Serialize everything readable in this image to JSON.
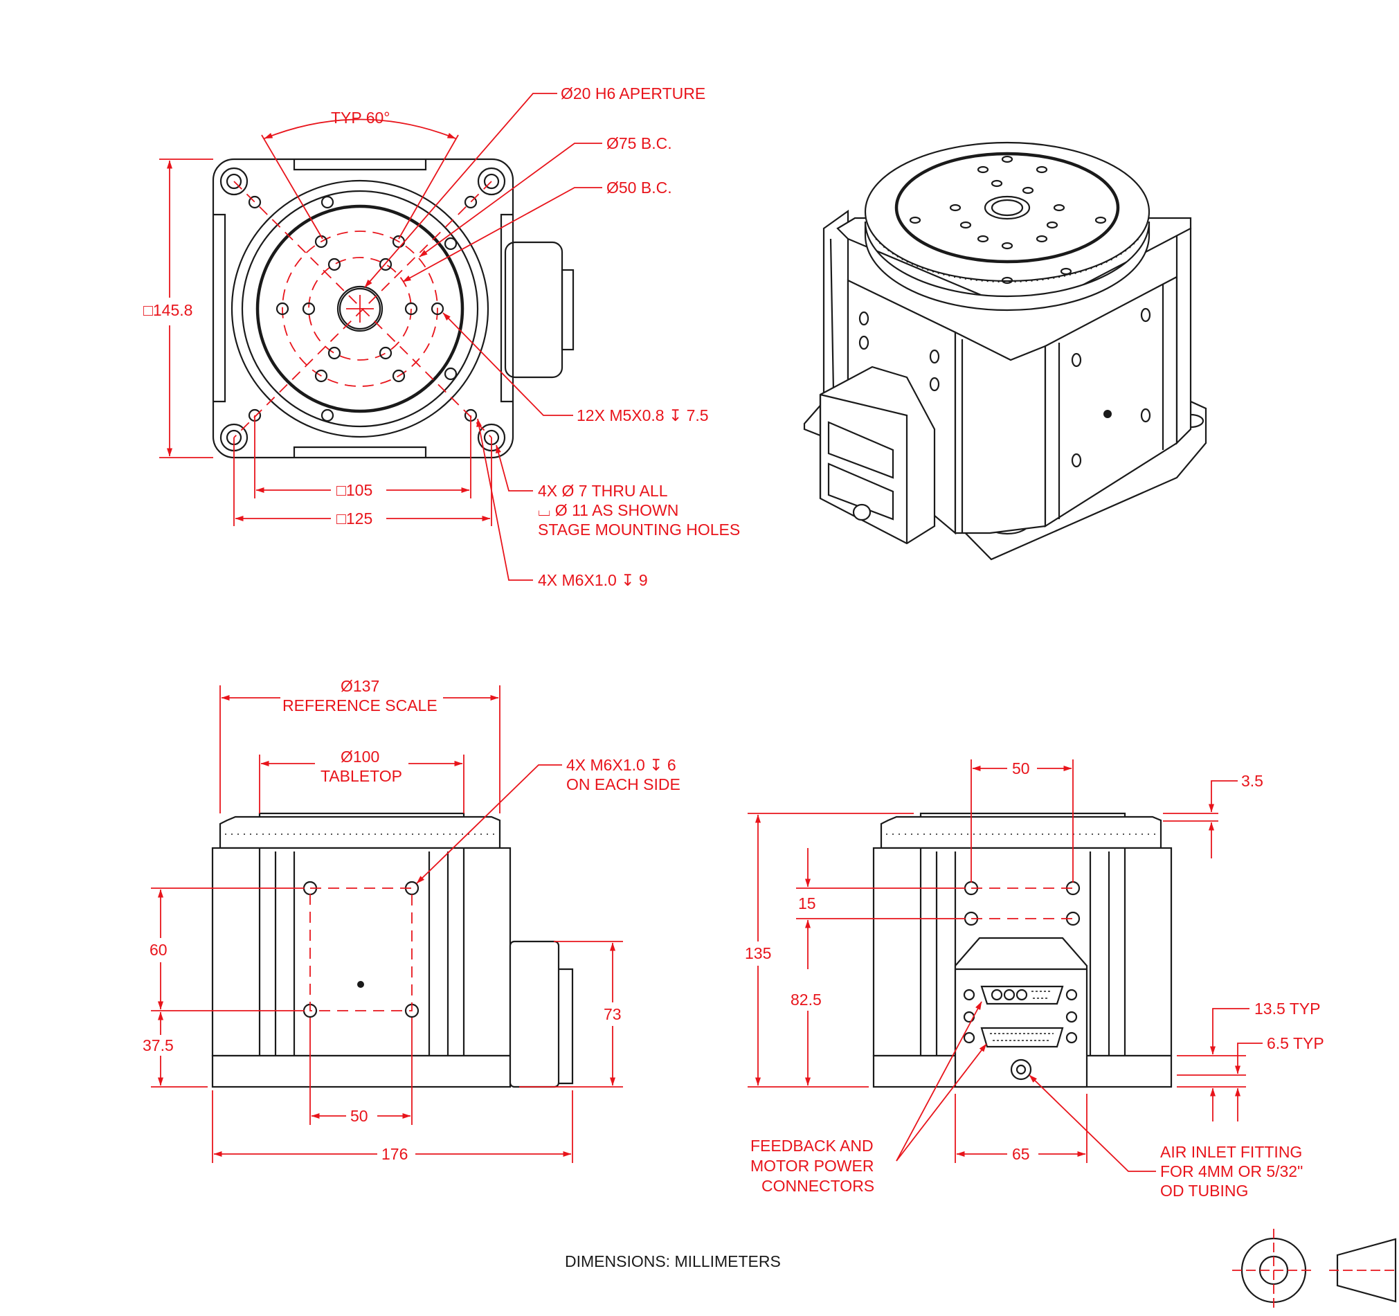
{
  "labels": {
    "aperture": "Ø20 H6 APERTURE",
    "bc75": "Ø75 B.C.",
    "bc50": "Ø50 B.C.",
    "typ60": "TYP 60°",
    "sq145": "□145.8",
    "m5holes": "12X M5X0.8 ↧ 7.5",
    "sq105": "□105",
    "sq125": "□125",
    "thru1": "4X  Ø 7 THRU ALL",
    "thru2": "⌴  Ø 11 AS SHOWN",
    "thru3": "STAGE MOUNTING HOLES",
    "m6holes": "4X M6X1.0 ↧ 9",
    "ref1": "Ø137",
    "ref2": "REFERENCE SCALE",
    "tab1": "Ø100",
    "tab2": "TABLETOP",
    "side1": "4X M6X1.0 ↧ 6",
    "side2": "ON EACH SIDE",
    "d60": "60",
    "d37": "37.5",
    "d50a": "50",
    "d176": "176",
    "d73": "73",
    "d50b": "50",
    "d35": "3.5",
    "d15": "15",
    "d135": "135",
    "d825": "82.5",
    "d135typ": "13.5 TYP",
    "d65typ": "6.5 TYP",
    "d65": "65",
    "conn1": "FEEDBACK AND",
    "conn2": "MOTOR POWER",
    "conn3": "CONNECTORS",
    "air1": "AIR INLET FITTING",
    "air2": "FOR 4MM OR 5/32\"",
    "air3": "OD TUBING",
    "units": "DIMENSIONS:  MILLIMETERS"
  },
  "colors": {
    "dimension": "#e8141b",
    "outline": "#1a1a1a"
  }
}
